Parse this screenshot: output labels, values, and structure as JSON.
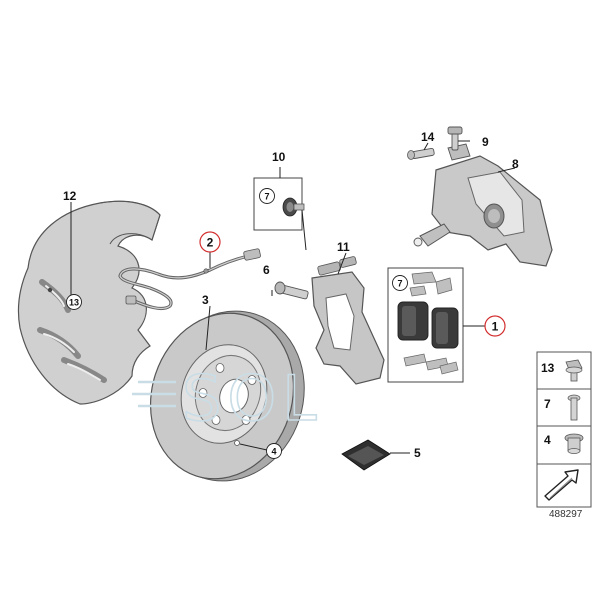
{
  "watermark": "SOL",
  "parts": {
    "p1": "1",
    "p2": "2",
    "p3": "3",
    "p4": "4",
    "p5": "5",
    "p6": "6",
    "p7": "7",
    "p8": "8",
    "p9": "9",
    "p10": "10",
    "p11": "11",
    "p12": "12",
    "p13": "13",
    "p14": "14",
    "p7b": "7",
    "p4b": "4",
    "p13b": "13"
  },
  "legend": [
    {
      "label": "13"
    },
    {
      "label": "7"
    },
    {
      "label": "4"
    }
  ],
  "catalog_number": "488297",
  "colors": {
    "part_fill": "#c9c9c9",
    "part_dark": "#8a8a8a",
    "part_light": "#e4e4e4",
    "outline": "#555555",
    "highlight_circle": "#d32f2f",
    "watermark": "#c9dde6"
  }
}
